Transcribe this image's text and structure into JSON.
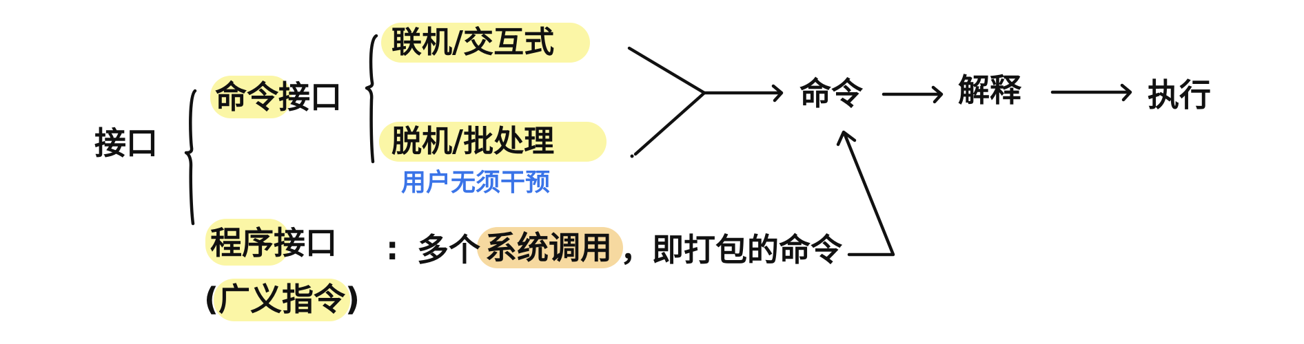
{
  "diagram": {
    "root": {
      "label": "接口"
    },
    "branches": [
      {
        "label": "命令接口",
        "highlighted_part": "命令",
        "children": [
          {
            "label": "联机/交互式",
            "highlighted": true
          },
          {
            "label": "脱机/批处理",
            "highlighted": true,
            "note": "用户无须干预"
          }
        ]
      },
      {
        "label": "程序接口",
        "highlighted_part": "程序",
        "alias": "(广义指令)",
        "alias_inner": "广义指令",
        "separator": ":",
        "description": {
          "prefix": "多个",
          "highlighted": "系统调用",
          "suffix": "，即打包的命令"
        }
      }
    ],
    "flow": [
      {
        "label": "命令"
      },
      {
        "label": "解释"
      },
      {
        "label": "执行"
      }
    ],
    "colors": {
      "ink": "#111111",
      "highlight_yellow": "#fbf6a6",
      "highlight_orange": "#f6d9a0",
      "note_blue": "#3a74e8"
    }
  }
}
